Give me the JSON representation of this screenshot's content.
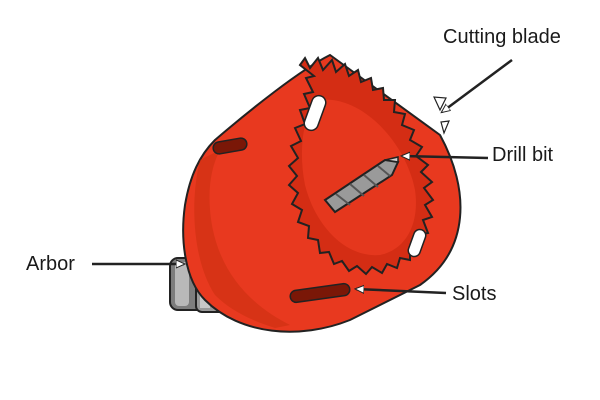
{
  "diagram": {
    "labels": {
      "cutting_blade": "Cutting blade",
      "drill_bit": "Drill bit",
      "arbor": "Arbor",
      "slots": "Slots"
    },
    "colors": {
      "body": "#e8391f",
      "body_dark": "#b8260f",
      "interior": "#d42d14",
      "slot": "#7a1707",
      "metal": "#9a9a9a",
      "metal_dark": "#555555",
      "outline": "#222222"
    }
  }
}
